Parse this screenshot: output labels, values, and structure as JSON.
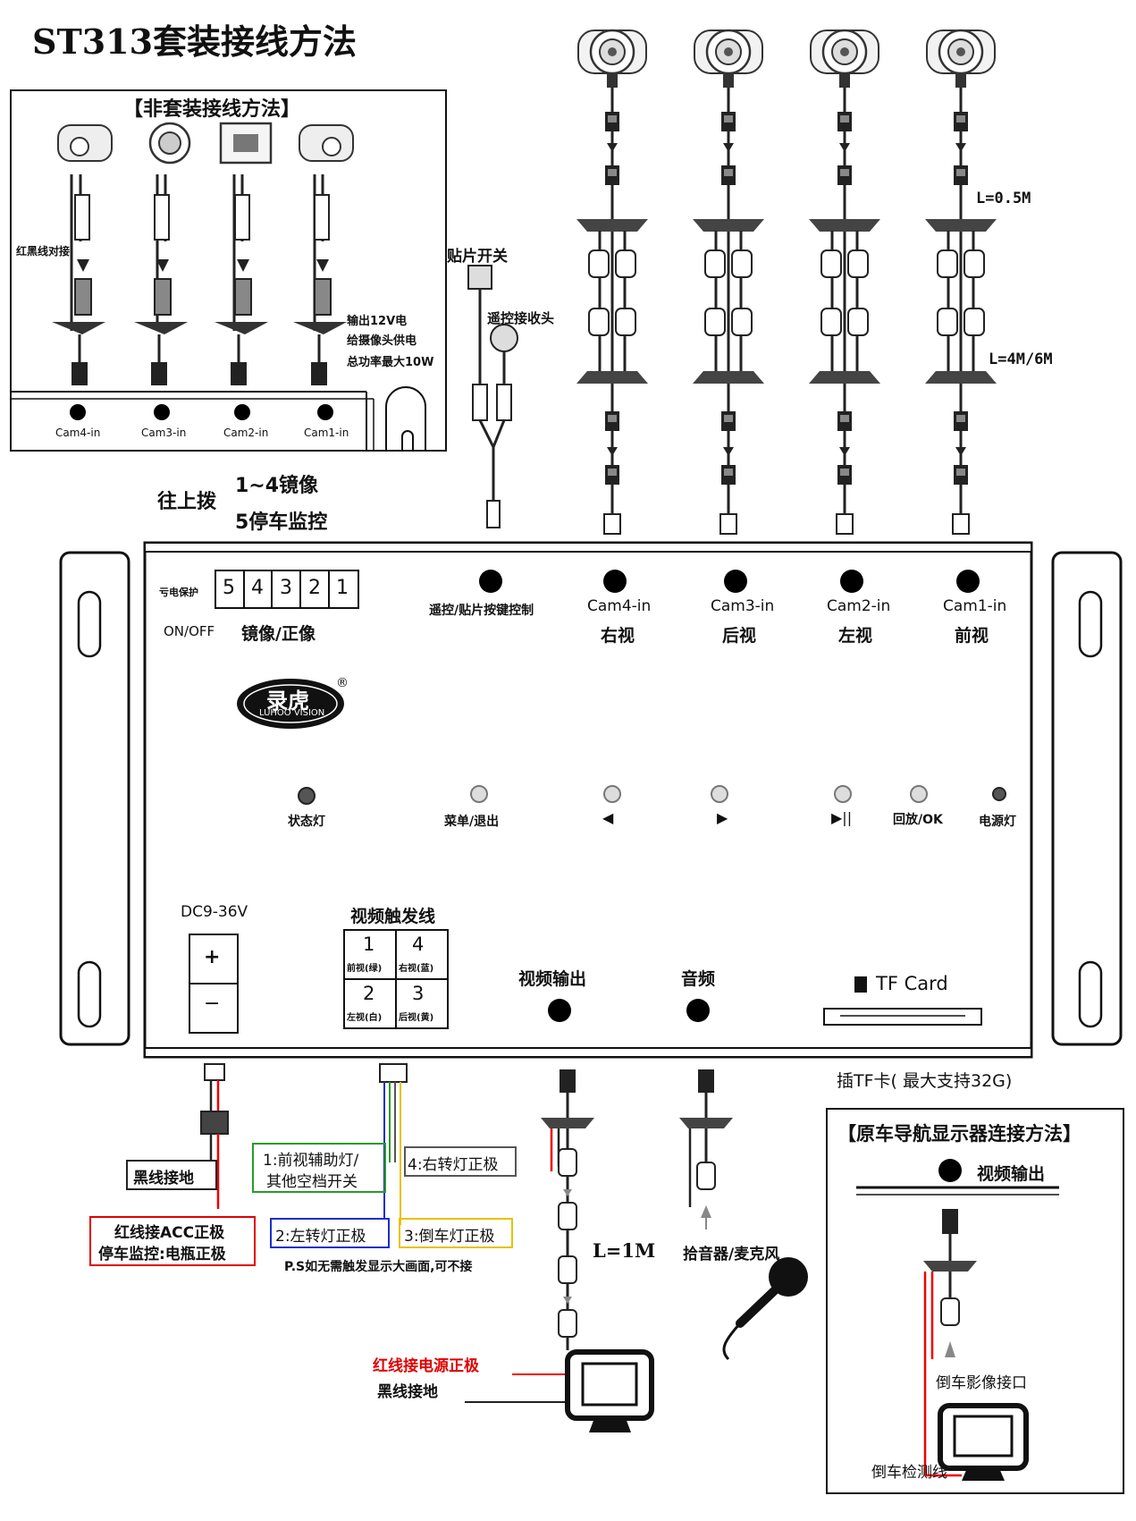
{
  "title": "ST313套装接线方法",
  "non_kit": {
    "heading": "【非套装接线方法】",
    "red_black_label": "红黑线对接",
    "power_note": [
      "输出12V电",
      "给摄像头供电",
      "总功率最大10W"
    ],
    "ports": [
      "Cam4-in",
      "Cam3-in",
      "Cam2-in",
      "Cam1-in"
    ]
  },
  "patch_switch_label": "贴片开关",
  "remote_receiver_label": "遥控接收头",
  "length_short": "L=0.5M",
  "length_long": "L=4M/6M",
  "dip_note": {
    "up": "往上拨",
    "line1": "1~4镜像",
    "line2": "5停车监控"
  },
  "unit": {
    "dip_left_label": "亏电保护",
    "dip_switches": [
      "5",
      "4",
      "3",
      "2",
      "1"
    ],
    "on_off": "ON/OFF",
    "mirror_label": "镜像/正像",
    "remote_port_label": "遥控/贴片按键控制",
    "cams": [
      {
        "port": "Cam4-in",
        "view": "右视"
      },
      {
        "port": "Cam3-in",
        "view": "后视"
      },
      {
        "port": "Cam2-in",
        "view": "左视"
      },
      {
        "port": "Cam1-in",
        "view": "前视"
      }
    ],
    "logo_text": "录虎",
    "logo_sub": "LUHOO VISION",
    "logo_reg": "®",
    "buttons": {
      "status_led": "状态灯",
      "menu": "菜单/退出",
      "prev": "◀",
      "next": "▶",
      "play": "▶||",
      "playback": "回放/OK",
      "power_led": "电源灯"
    },
    "dc_label": "DC9-36V",
    "dc_plus": "+",
    "dc_minus": "−",
    "trigger_title": "视频触发线",
    "trigger": [
      {
        "num": "1",
        "desc": "前视(绿)"
      },
      {
        "num": "4",
        "desc": "右视(蓝)"
      },
      {
        "num": "2",
        "desc": "左视(白)"
      },
      {
        "num": "3",
        "desc": "后视(黄)"
      }
    ],
    "video_out": "视频输出",
    "audio": "音频",
    "tf_card": "TF Card"
  },
  "tf_note": "插TF卡( 最大支持32G)",
  "bottom": {
    "black_ground": "黑线接地",
    "red_acc": [
      "红线接ACC正极",
      "停车监控:电瓶正极"
    ],
    "trig1": [
      "1:前视辅助灯/",
      "其他空档开关"
    ],
    "trig4": "4:右转灯正极",
    "trig2": "2:左转灯正极",
    "trig3": "3:倒车灯正极",
    "ps_note": "P.S如无需触发显示大画面,可不接",
    "length_1m": "L=1M",
    "mic_label": "拾音器/麦克风",
    "red_power": "红线接电源正极",
    "black_gnd2": "黑线接地"
  },
  "oem": {
    "heading": "【原车导航显示器连接方法】",
    "video_out": "视频输出",
    "reverse_port": "倒车影像接口",
    "detect_line": "倒车检测线"
  },
  "colors": {
    "red": "#e00000",
    "green": "#2a9a2a",
    "blue": "#1a2fc8",
    "yellow": "#e6c200",
    "gray": "#555555"
  }
}
